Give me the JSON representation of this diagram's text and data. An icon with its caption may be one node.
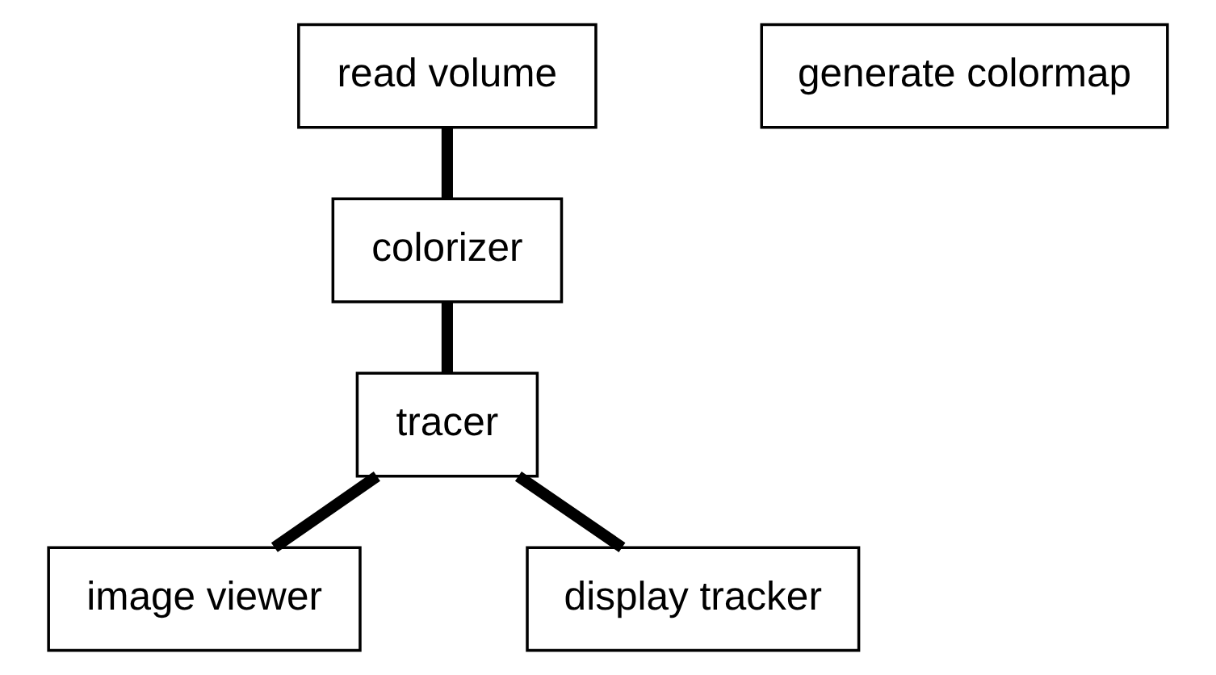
{
  "diagram": {
    "nodes": [
      {
        "text": [
          "read volume"
        ]
      },
      {
        "text": [
          "generate colormap"
        ]
      },
      {
        "text": [
          "colorizer"
        ]
      },
      {
        "text": [
          "tracer"
        ]
      },
      {
        "text": [
          "image viewer"
        ]
      },
      {
        "text": [
          "display tracker"
        ]
      }
    ],
    "edges": [
      {
        "from": 0,
        "to": 2,
        "arrow": "none"
      },
      {
        "from": 2,
        "to": 3,
        "arrow": "none"
      },
      {
        "from": 3,
        "to": 4,
        "arrow": "none"
      },
      {
        "from": 3,
        "to": 5,
        "arrow": "none"
      }
    ]
  }
}
